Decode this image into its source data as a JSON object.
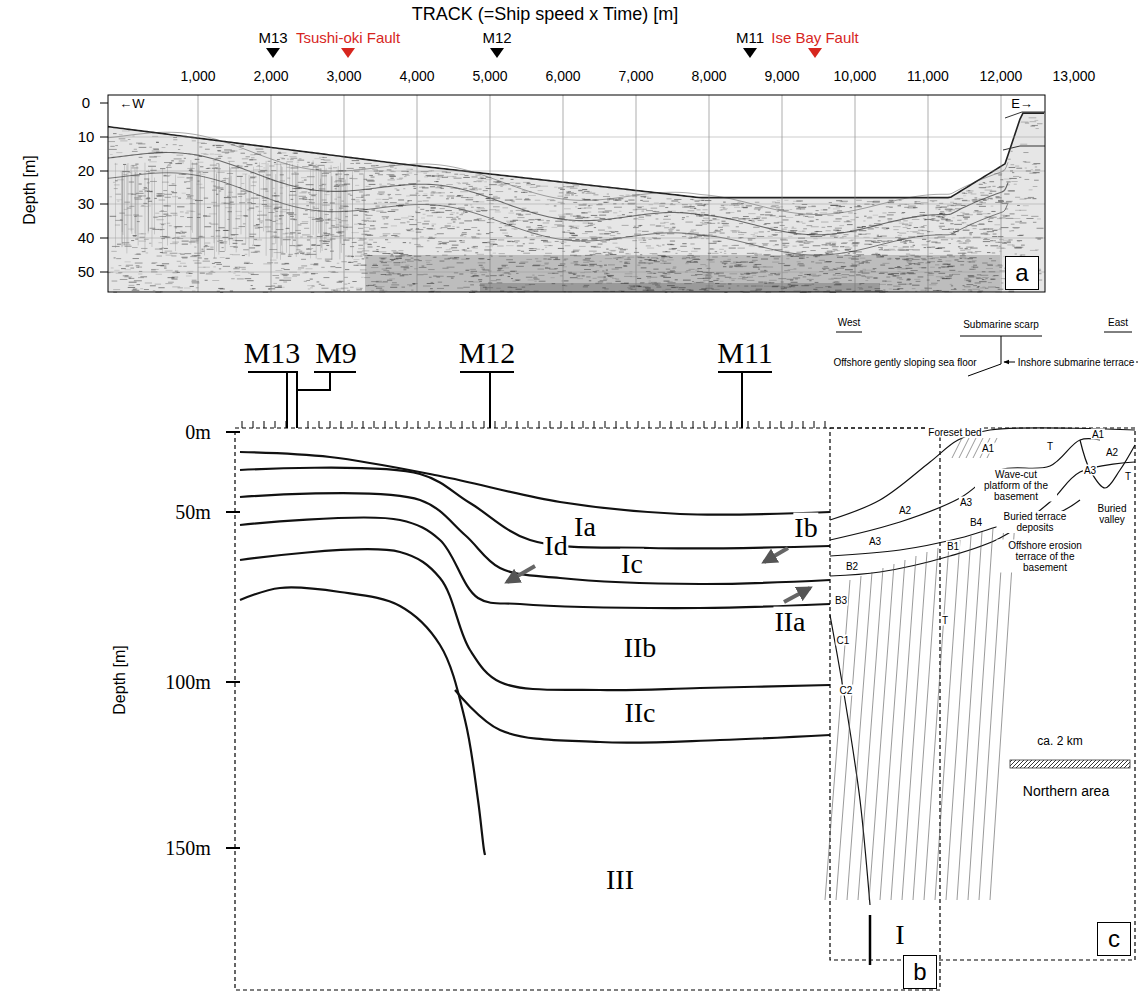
{
  "diagram": {
    "nodes": [
      {
        "text": [
          "a"
        ]
      },
      {
        "text": [
          "b"
        ]
      },
      {
        "text": [
          "c"
        ]
      }
    ],
    "labels": [
      "TRACK (=Ship speed x Time) [m]",
      "M13",
      "Tsushi-oki Fault",
      "M12",
      "M11",
      "Ise Bay Fault",
      "1,000",
      "2,000",
      "3,000",
      "4,000",
      "5,000",
      "6,000",
      "7,000",
      "8,000",
      "9,000",
      "10,000",
      "11,000",
      "12,000",
      "13,000",
      "Depth [m]",
      "0",
      "10",
      "20",
      "30",
      "40",
      "50",
      "←W",
      "E→",
      "M13",
      "M9",
      "M12",
      "M11",
      "0m",
      "50m",
      "100m",
      "150m",
      "Depth [m]",
      "Ia",
      "Ib",
      "Id",
      "Ic",
      "IIb",
      "IIa",
      "IIc",
      "III",
      "I",
      "West",
      "Submarine scarp",
      "East",
      "Offshore gently sloping sea floor",
      "Inshore submarine terrace",
      "Foreset bed",
      "A1",
      "T",
      "A1",
      "A2",
      "A3",
      "T",
      "Wave-cut platform of the basement",
      "A3",
      "A2",
      "B4",
      "Buried terrace deposits",
      "Buried valley",
      "A3",
      "B1",
      "Offshore erosion terrace of the basement",
      "B2",
      "B3",
      "C1",
      "T",
      "C2",
      "ca. 2 km",
      "Northern area"
    ]
  }
}
